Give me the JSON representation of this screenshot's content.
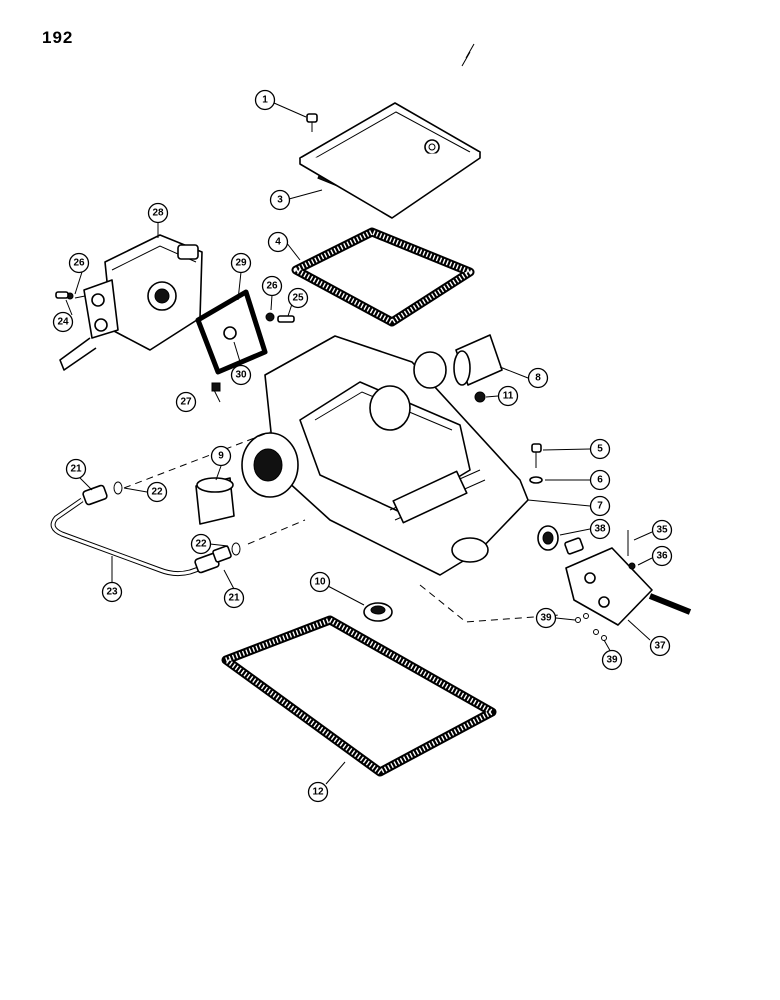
{
  "page_number": "192",
  "callouts": [
    {
      "id": "c1",
      "label": "1"
    },
    {
      "id": "c3",
      "label": "3"
    },
    {
      "id": "c4",
      "label": "4"
    },
    {
      "id": "c28",
      "label": "28"
    },
    {
      "id": "c26a",
      "label": "26"
    },
    {
      "id": "c24",
      "label": "24"
    },
    {
      "id": "c29",
      "label": "29"
    },
    {
      "id": "c26b",
      "label": "26"
    },
    {
      "id": "c25",
      "label": "25"
    },
    {
      "id": "c27",
      "label": "27"
    },
    {
      "id": "c30",
      "label": "30"
    },
    {
      "id": "c8",
      "label": "8"
    },
    {
      "id": "c11",
      "label": "11"
    },
    {
      "id": "c5",
      "label": "5"
    },
    {
      "id": "c6",
      "label": "6"
    },
    {
      "id": "c7",
      "label": "7"
    },
    {
      "id": "c9",
      "label": "9"
    },
    {
      "id": "c21a",
      "label": "21"
    },
    {
      "id": "c22a",
      "label": "22"
    },
    {
      "id": "c22b",
      "label": "22"
    },
    {
      "id": "c23",
      "label": "23"
    },
    {
      "id": "c21b",
      "label": "21"
    },
    {
      "id": "c38",
      "label": "38"
    },
    {
      "id": "c35",
      "label": "35"
    },
    {
      "id": "c36",
      "label": "36"
    },
    {
      "id": "c10",
      "label": "10"
    },
    {
      "id": "c39a",
      "label": "39"
    },
    {
      "id": "c39b",
      "label": "39"
    },
    {
      "id": "c37",
      "label": "37"
    },
    {
      "id": "c12",
      "label": "12"
    }
  ]
}
